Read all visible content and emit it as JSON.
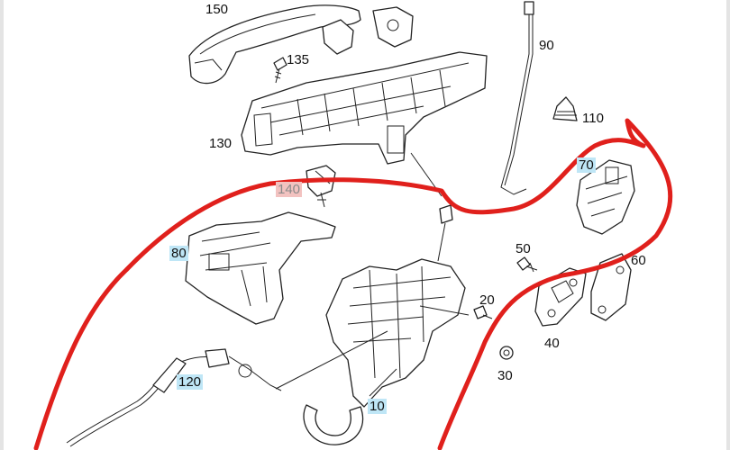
{
  "labels": {
    "l150": "150",
    "l90": "90",
    "l135": "135",
    "l110": "110",
    "l130": "130",
    "l70": "70",
    "l140": "140",
    "l80": "80",
    "l50": "50",
    "l60": "60",
    "l20": "20",
    "l40": "40",
    "l120": "120",
    "l30": "30",
    "l10": "10"
  },
  "colors": {
    "highlight": "#bfe6f6",
    "annotation": "#e0201c",
    "line_art": "#222222"
  },
  "annotation": "hand-drawn red enclosing stroke"
}
